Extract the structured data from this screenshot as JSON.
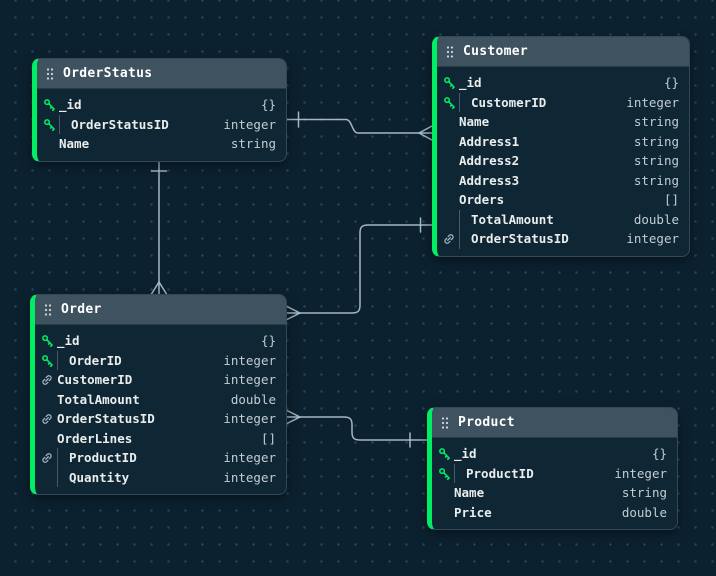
{
  "diagram": {
    "tables": [
      {
        "title": "OrderStatus",
        "fields": [
          {
            "name": "_id",
            "type": "{}",
            "icon": "key",
            "indent": 0
          },
          {
            "name": "OrderStatusID",
            "type": "integer",
            "icon": "key",
            "indent": 1
          },
          {
            "name": "Name",
            "type": "string",
            "icon": "none",
            "indent": 0
          }
        ]
      },
      {
        "title": "Customer",
        "fields": [
          {
            "name": "_id",
            "type": "{}",
            "icon": "key",
            "indent": 0
          },
          {
            "name": "CustomerID",
            "type": "integer",
            "icon": "key",
            "indent": 1
          },
          {
            "name": "Name",
            "type": "string",
            "icon": "none",
            "indent": 0
          },
          {
            "name": "Address1",
            "type": "string",
            "icon": "none",
            "indent": 0
          },
          {
            "name": "Address2",
            "type": "string",
            "icon": "none",
            "indent": 0
          },
          {
            "name": "Address3",
            "type": "string",
            "icon": "none",
            "indent": 0
          },
          {
            "name": "Orders",
            "type": "[]",
            "icon": "none",
            "indent": 0
          },
          {
            "name": "TotalAmount",
            "type": "double",
            "icon": "none",
            "indent": 1
          },
          {
            "name": "OrderStatusID",
            "type": "integer",
            "icon": "link",
            "indent": 1
          }
        ]
      },
      {
        "title": "Order",
        "fields": [
          {
            "name": "_id",
            "type": "{}",
            "icon": "key",
            "indent": 0
          },
          {
            "name": "OrderID",
            "type": "integer",
            "icon": "key",
            "indent": 1
          },
          {
            "name": "CustomerID",
            "type": "integer",
            "icon": "link",
            "indent": 0
          },
          {
            "name": "TotalAmount",
            "type": "double",
            "icon": "none",
            "indent": 0
          },
          {
            "name": "OrderStatusID",
            "type": "integer",
            "icon": "link",
            "indent": 0
          },
          {
            "name": "OrderLines",
            "type": "[]",
            "icon": "none",
            "indent": 0
          },
          {
            "name": "ProductID",
            "type": "integer",
            "icon": "link",
            "indent": 1
          },
          {
            "name": "Quantity",
            "type": "integer",
            "icon": "none",
            "indent": 1
          }
        ]
      },
      {
        "title": "Product",
        "fields": [
          {
            "name": "_id",
            "type": "{}",
            "icon": "key",
            "indent": 0
          },
          {
            "name": "ProductID",
            "type": "integer",
            "icon": "key",
            "indent": 1
          },
          {
            "name": "Name",
            "type": "string",
            "icon": "none",
            "indent": 0
          },
          {
            "name": "Price",
            "type": "double",
            "icon": "none",
            "indent": 0
          }
        ]
      }
    ],
    "relationships": [
      {
        "from": "OrderStatus",
        "to": "Customer",
        "from_cardinality": "one",
        "to_cardinality": "many"
      },
      {
        "from": "OrderStatus",
        "to": "Order",
        "from_cardinality": "one",
        "to_cardinality": "many"
      },
      {
        "from": "Customer",
        "to": "Order",
        "from_cardinality": "one",
        "to_cardinality": "many"
      },
      {
        "from": "Product",
        "to": "Order",
        "from_cardinality": "one",
        "to_cardinality": "many"
      }
    ]
  },
  "colors": {
    "canvas-bg": "#0c2130",
    "dot": "#24465a",
    "entity-bg": "#0f2735",
    "entity-border": "#32495b",
    "header-bg": "#3f5260",
    "accent-green": "#00ED64",
    "field-name": "#e9edec",
    "field-type": "#c2ccd3",
    "header-text": "#ffffff",
    "connector": "#b6c6d2",
    "guide": "#47596a",
    "handle-dots": "#cfd8dc",
    "link-icon": "#a7b6c0"
  }
}
